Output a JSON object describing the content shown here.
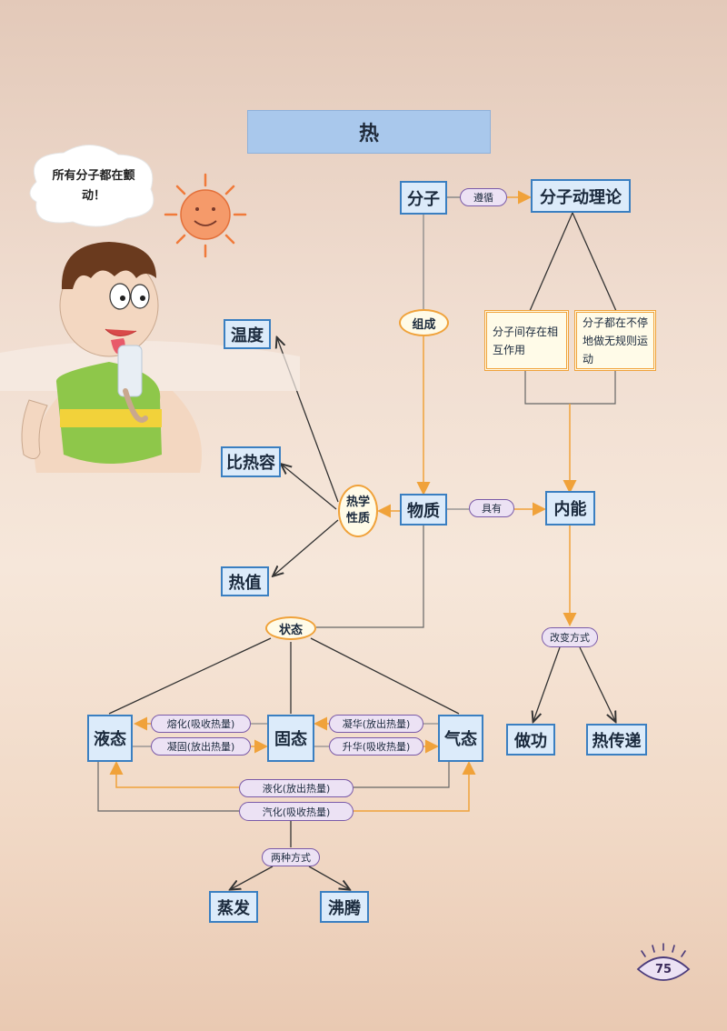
{
  "title": "热",
  "speech_bubble": "所有分子都在颤动！",
  "nodes": {
    "molecule": "分子",
    "molecular_theory": "分子动理论",
    "interaction": "分子间存在相互作用",
    "random_motion": "分子都在不停地做无规则运动",
    "temperature": "温度",
    "specific_heat": "比热容",
    "heat_value": "热值",
    "matter": "物质",
    "internal_energy": "内能",
    "liquid": "液态",
    "solid": "固态",
    "gas": "气态",
    "work": "做功",
    "heat_transfer": "热传递",
    "evaporation": "蒸发",
    "boiling": "沸腾"
  },
  "ovals": {
    "composition": "组成",
    "thermal_properties": "热学性质",
    "state": "状态"
  },
  "pills": {
    "follows": "遵循",
    "has": "具有",
    "change_methods": "改变方式",
    "melting": "熔化(吸收热量)",
    "solidification": "凝固(放出热量)",
    "deposition": "凝华(放出热量)",
    "sublimation": "升华(吸收热量)",
    "liquefaction": "液化(放出热量)",
    "vaporization": "汽化(吸收热量)",
    "two_ways": "两种方式"
  },
  "page_number": "75",
  "colors": {
    "node_border": "#3a7fc1",
    "node_fill": "#dcebfa",
    "oval_border": "#f0a23a",
    "pill_border": "#7a5aa8",
    "arrow_orange": "#f0a23a",
    "line_dark": "#333333"
  }
}
